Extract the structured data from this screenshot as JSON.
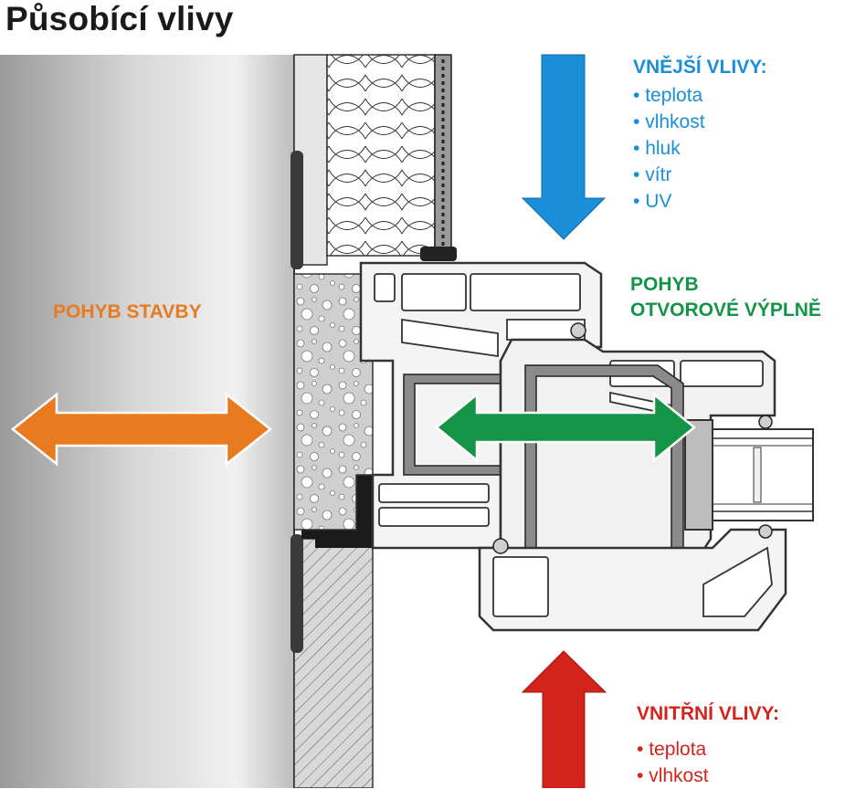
{
  "title": "Působící vlivy",
  "external": {
    "heading": "VNĚJŠÍ VLIVY:",
    "items": [
      "teplota",
      "vlhkost",
      "hluk",
      "vítr",
      "UV"
    ],
    "color": "#1a8fd8"
  },
  "building_movement": {
    "label": "POHYB STAVBY",
    "color": "#e87a1f"
  },
  "opening_movement": {
    "line1": "POHYB",
    "line2": "OTVOROVÉ VÝPLNĚ",
    "color": "#139447"
  },
  "internal": {
    "heading": "VNITŘNÍ VLIVY:",
    "items": [
      "teplota",
      "vlhkost"
    ],
    "color": "#d4231b"
  }
}
